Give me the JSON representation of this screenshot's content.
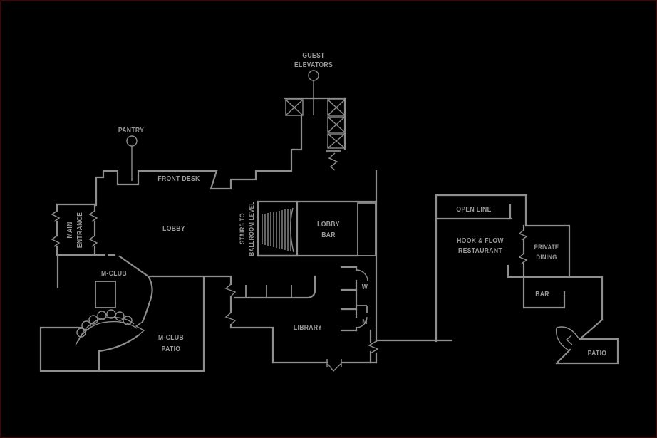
{
  "plan_title": "Hotel lobby level floor plan",
  "colors": {
    "background": "#000000",
    "line": "#8e8e8e",
    "text": "#9b9b9b",
    "border": "#350c0c"
  },
  "labels": {
    "guest_elevators": [
      "GUEST",
      "ELEVATORS"
    ],
    "pantry": [
      "PANTRY"
    ],
    "front_desk": [
      "FRONT DESK"
    ],
    "lobby": [
      "LOBBY"
    ],
    "main_entrance": [
      "MAIN",
      "ENTRANCE"
    ],
    "m_club": [
      "M-CLUB"
    ],
    "m_club_patio": [
      "M-CLUB",
      "PATIO"
    ],
    "stairs_to_ballroom": [
      "STAIRS TO",
      "BALLROOM LEVEL"
    ],
    "lobby_bar": [
      "LOBBY",
      "BAR"
    ],
    "library": [
      "LIBRARY"
    ],
    "restroom_women": [
      "W"
    ],
    "restroom_men": [
      "M"
    ],
    "open_line": [
      "OPEN LINE"
    ],
    "restaurant": [
      "HOOK & FLOW",
      "RESTAURANT"
    ],
    "private_dining": [
      "PRIVATE",
      "DINING"
    ],
    "bar": [
      "BAR"
    ],
    "patio": [
      "PATIO"
    ]
  }
}
